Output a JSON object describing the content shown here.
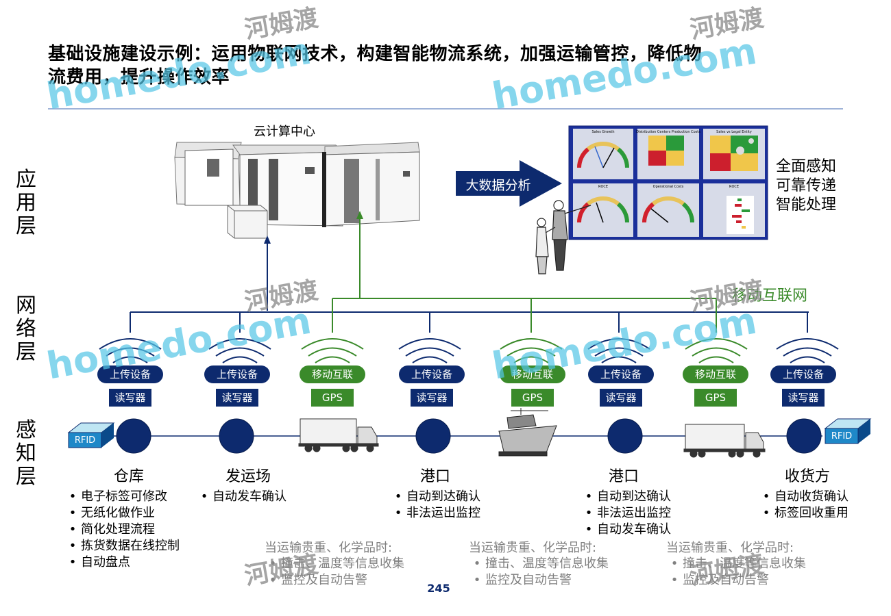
{
  "title": "基础设施建设示例：运用物联网技术，构建智能物流系统，加强运输管控，降低物流费用，提升操作效率",
  "layers": {
    "application": "应用层",
    "network": "网络层",
    "perception": "感知层"
  },
  "cloud_label": "云计算中心",
  "arrow_label": "大数据分析",
  "features": [
    "全面感知",
    "可靠传递",
    "智能处理"
  ],
  "mobile_network_label": "移动互联网",
  "dashboard_panels": [
    "Sales Growth",
    "Distribution Centers Production Costs",
    "Sales vs Legal Entity",
    "ROCE",
    "Operational Costs",
    "ROCE"
  ],
  "devices": [
    {
      "badge": "上传设备",
      "box": "读写器",
      "kind": "blue"
    },
    {
      "badge": "上传设备",
      "box": "读写器",
      "kind": "blue"
    },
    {
      "badge": "移动互联",
      "box": "GPS",
      "kind": "green"
    },
    {
      "badge": "上传设备",
      "box": "读写器",
      "kind": "blue"
    },
    {
      "badge": "移动互联",
      "box": "GPS",
      "kind": "green"
    },
    {
      "badge": "上传设备",
      "box": "读写器",
      "kind": "blue"
    },
    {
      "badge": "移动互联",
      "box": "GPS",
      "kind": "green"
    },
    {
      "badge": "上传设备",
      "box": "读写器",
      "kind": "blue"
    }
  ],
  "rfid_label": "RFID",
  "nodes": [
    {
      "name": "仓库",
      "bullets": [
        "电子标签可修改",
        "无纸化做作业",
        "简化处理流程",
        "拣货数据在线控制",
        "自动盘点"
      ]
    },
    {
      "name": "发运场",
      "bullets": [
        "自动发车确认"
      ]
    },
    {
      "name": "港口",
      "bullets": [
        "自动到达确认",
        "非法运出监控"
      ]
    },
    {
      "name": "港口",
      "bullets": [
        "自动到达确认",
        "非法运出监控",
        "自动发车确认"
      ]
    },
    {
      "name": "收货方",
      "bullets": [
        "自动收货确认",
        "标签回收重用"
      ]
    }
  ],
  "transport_notes": [
    {
      "head": "当运输贵重、化学品时:",
      "bullets": [
        "撞击、温度等信息收集",
        "监控及自动告警"
      ]
    },
    {
      "head": "当运输贵重、化学品时:",
      "bullets": [
        "撞击、温度等信息收集",
        "监控及自动告警"
      ]
    },
    {
      "head": "当运输贵重、化学品时:",
      "bullets": [
        "撞击、温度等信息收集",
        "监控及自动告警"
      ]
    }
  ],
  "page_number": "245",
  "watermark": {
    "en": "homedo.com",
    "cn": "河姆渡"
  },
  "colors": {
    "navy": "#0d2a6e",
    "green": "#3a8a2a",
    "rule": "#9fb3d8"
  }
}
